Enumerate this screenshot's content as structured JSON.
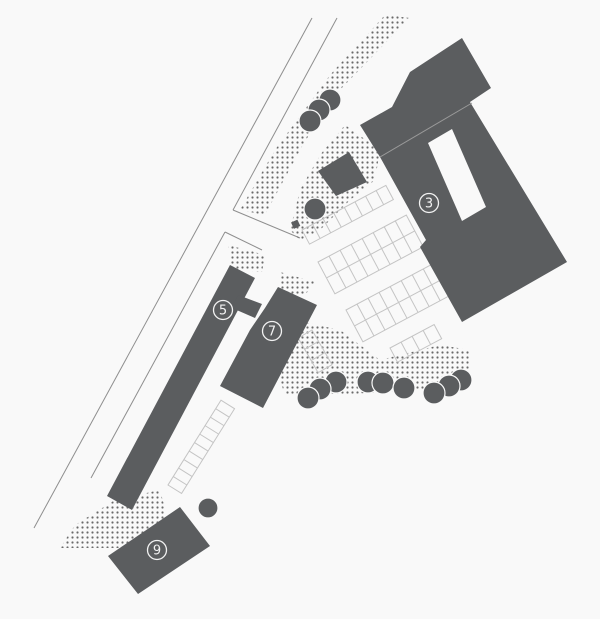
{
  "diagram": {
    "type": "site-plan",
    "colors": {
      "background": "#f9f9f9",
      "building": "#5b5d5f",
      "road_line": "#8e8e8e",
      "parking_line": "#c4c4c4",
      "label": "#f2f2f2"
    },
    "buildings": [
      {
        "id": "3",
        "label": "3"
      },
      {
        "id": "5",
        "label": "5"
      },
      {
        "id": "7",
        "label": "7"
      },
      {
        "id": "9",
        "label": "9"
      }
    ]
  }
}
